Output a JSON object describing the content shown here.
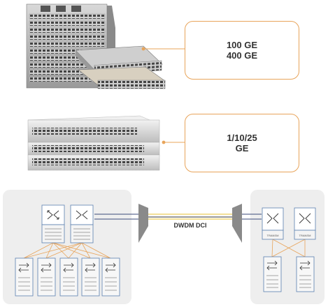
{
  "callouts": [
    {
      "line1": "100 GE",
      "line2": "400 GE"
    },
    {
      "line1": "1/10/25",
      "line2": "GE"
    }
  ],
  "dci_label": "DWDM DCI",
  "transponder_label": "TRANSM",
  "colors": {
    "accent": "#e8a45a",
    "panel": "#eeeeee",
    "link_blue": "#3a4a7a",
    "fiber": "#e7c232",
    "device": "#5b7fb0"
  },
  "icons": [
    "chassis-router-image",
    "stacked-switch-image",
    "spine-switch-icon",
    "leaf-switch-icon",
    "optical-terminal-icon"
  ]
}
